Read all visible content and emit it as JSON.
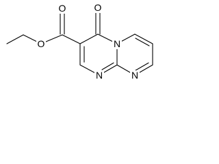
{
  "molecule": {
    "atoms": {
      "o_ester_carbonyl": "O",
      "o_ester_link": "O",
      "o_ketone": "O",
      "n_bridgehead": "N",
      "n_lower_ring_a": "N",
      "n_lower_ring_b": "N"
    }
  },
  "colors": {
    "bond": "#000000",
    "label": "#000000",
    "background": "#ffffff"
  }
}
